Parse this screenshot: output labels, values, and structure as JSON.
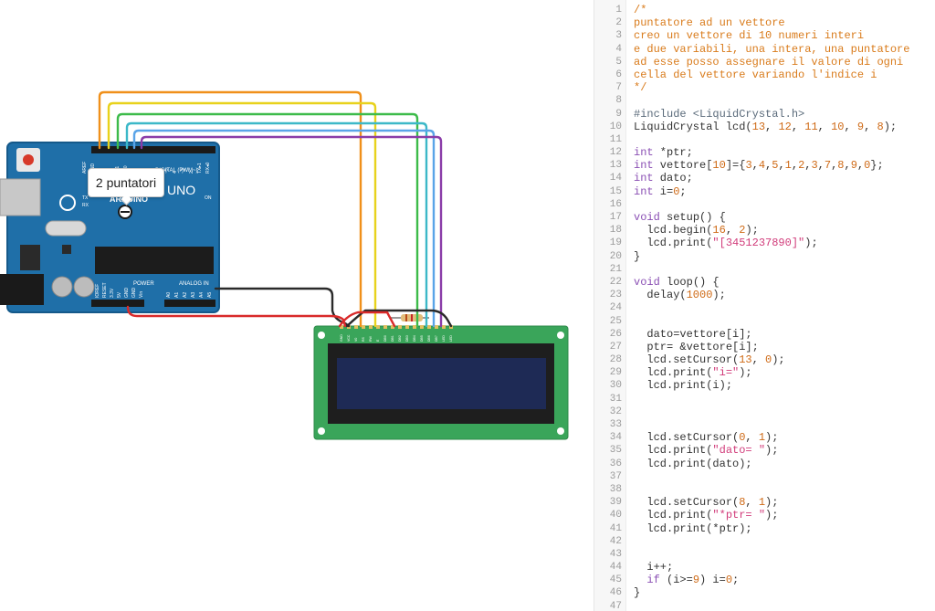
{
  "canvas": {
    "tooltip": "2 puntatori",
    "board": {
      "brand": "ARDUINO",
      "model": "UNO",
      "header_labels": [
        "AREF",
        "GND",
        "13",
        "12",
        "~11",
        "~10",
        "~9",
        "8",
        "7",
        "~6",
        "~5",
        "4",
        "~3",
        "2",
        "TX▸1",
        "RX◂0"
      ],
      "digital_label": "DIGITAL (PWM~)",
      "power_label": "POWER",
      "analog_label": "ANALOG IN",
      "power_pins": [
        "IOREF",
        "RESET",
        "3.3V",
        "5V",
        "GND",
        "GND",
        "Vin"
      ],
      "analog_pins": [
        "A0",
        "A1",
        "A2",
        "A3",
        "A4",
        "A5"
      ],
      "tx_label": "TX",
      "rx_label": "RX",
      "on_label": "ON"
    },
    "lcd": {
      "pin_labels": [
        "GND",
        "VCC",
        "V0",
        "RS",
        "RW",
        "E",
        "DB0",
        "DB1",
        "DB2",
        "DB3",
        "DB4",
        "DB5",
        "DB6",
        "DB7",
        "LED",
        "LED"
      ]
    },
    "wire_colors": {
      "orange": "#f0901a",
      "yellow": "#e8d21c",
      "green": "#3dbb4a",
      "teal": "#3cb8c8",
      "blue": "#5aa4e8",
      "purple": "#8a3ca8",
      "black": "#2a2a2a",
      "red": "#d92a2a"
    }
  },
  "editor": {
    "lines": [
      {
        "n": "1",
        "t": "/*"
      },
      {
        "n": "2",
        "t": "puntatore ad un vettore"
      },
      {
        "n": "3",
        "t": "creo un vettore di 10 numeri interi"
      },
      {
        "n": "4",
        "t": "e due variabili, una intera, una puntatore"
      },
      {
        "n": "5",
        "t": "ad esse posso assegnare il valore di ogni"
      },
      {
        "n": "6",
        "t": "cella del vettore variando l'indice i"
      },
      {
        "n": "7",
        "t": "*/"
      },
      {
        "n": "8",
        "t": ""
      },
      {
        "n": "9",
        "t": "#include <LiquidCrystal.h>"
      },
      {
        "n": "10",
        "t": "LiquidCrystal lcd(13, 12, 11, 10, 9, 8);"
      },
      {
        "n": "11",
        "t": ""
      },
      {
        "n": "12",
        "t": "int *ptr;"
      },
      {
        "n": "13",
        "t": "int vettore[10]={3,4,5,1,2,3,7,8,9,0};"
      },
      {
        "n": "14",
        "t": "int dato;"
      },
      {
        "n": "15",
        "t": "int i=0;"
      },
      {
        "n": "16",
        "t": ""
      },
      {
        "n": "17",
        "t": "void setup() {"
      },
      {
        "n": "18",
        "t": "  lcd.begin(16, 2);"
      },
      {
        "n": "19",
        "t": "  lcd.print(\"[3451237890]\");"
      },
      {
        "n": "20",
        "t": "}"
      },
      {
        "n": "21",
        "t": ""
      },
      {
        "n": "22",
        "t": "void loop() {"
      },
      {
        "n": "23",
        "t": "  delay(1000);"
      },
      {
        "n": "24",
        "t": ""
      },
      {
        "n": "25",
        "t": ""
      },
      {
        "n": "26",
        "t": "  dato=vettore[i];"
      },
      {
        "n": "27",
        "t": "  ptr= &vettore[i];"
      },
      {
        "n": "28",
        "t": "  lcd.setCursor(13, 0);"
      },
      {
        "n": "29",
        "t": "  lcd.print(\"i=\");"
      },
      {
        "n": "30",
        "t": "  lcd.print(i);"
      },
      {
        "n": "31",
        "t": ""
      },
      {
        "n": "32",
        "t": ""
      },
      {
        "n": "33",
        "t": ""
      },
      {
        "n": "34",
        "t": "  lcd.setCursor(0, 1);"
      },
      {
        "n": "35",
        "t": "  lcd.print(\"dato= \");"
      },
      {
        "n": "36",
        "t": "  lcd.print(dato);"
      },
      {
        "n": "37",
        "t": ""
      },
      {
        "n": "38",
        "t": ""
      },
      {
        "n": "39",
        "t": "  lcd.setCursor(8, 1);"
      },
      {
        "n": "40",
        "t": "  lcd.print(\"*ptr= \");"
      },
      {
        "n": "41",
        "t": "  lcd.print(*ptr);"
      },
      {
        "n": "42",
        "t": ""
      },
      {
        "n": "43",
        "t": ""
      },
      {
        "n": "44",
        "t": "  i++;"
      },
      {
        "n": "45",
        "t": "  if (i>=9) i=0;"
      },
      {
        "n": "46",
        "t": "}"
      },
      {
        "n": "47",
        "t": ""
      }
    ]
  }
}
